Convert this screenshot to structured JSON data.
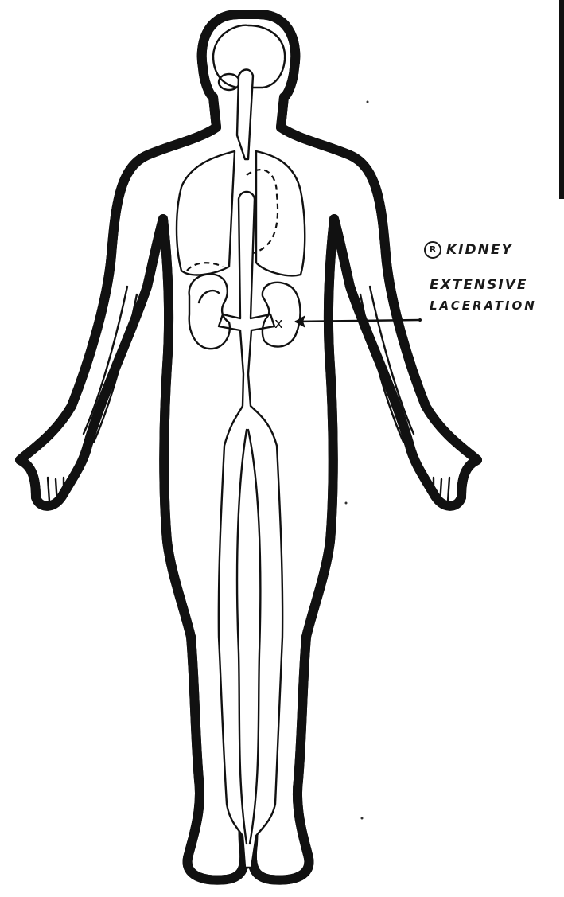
{
  "annotation": {
    "circle_letter": "R",
    "line1": "KIDNEY",
    "line2": "EXTENSIVE",
    "line3": "LACERATION",
    "injury_mark": "x"
  },
  "colors": {
    "ink": "#111111",
    "paper": "#ffffff"
  }
}
